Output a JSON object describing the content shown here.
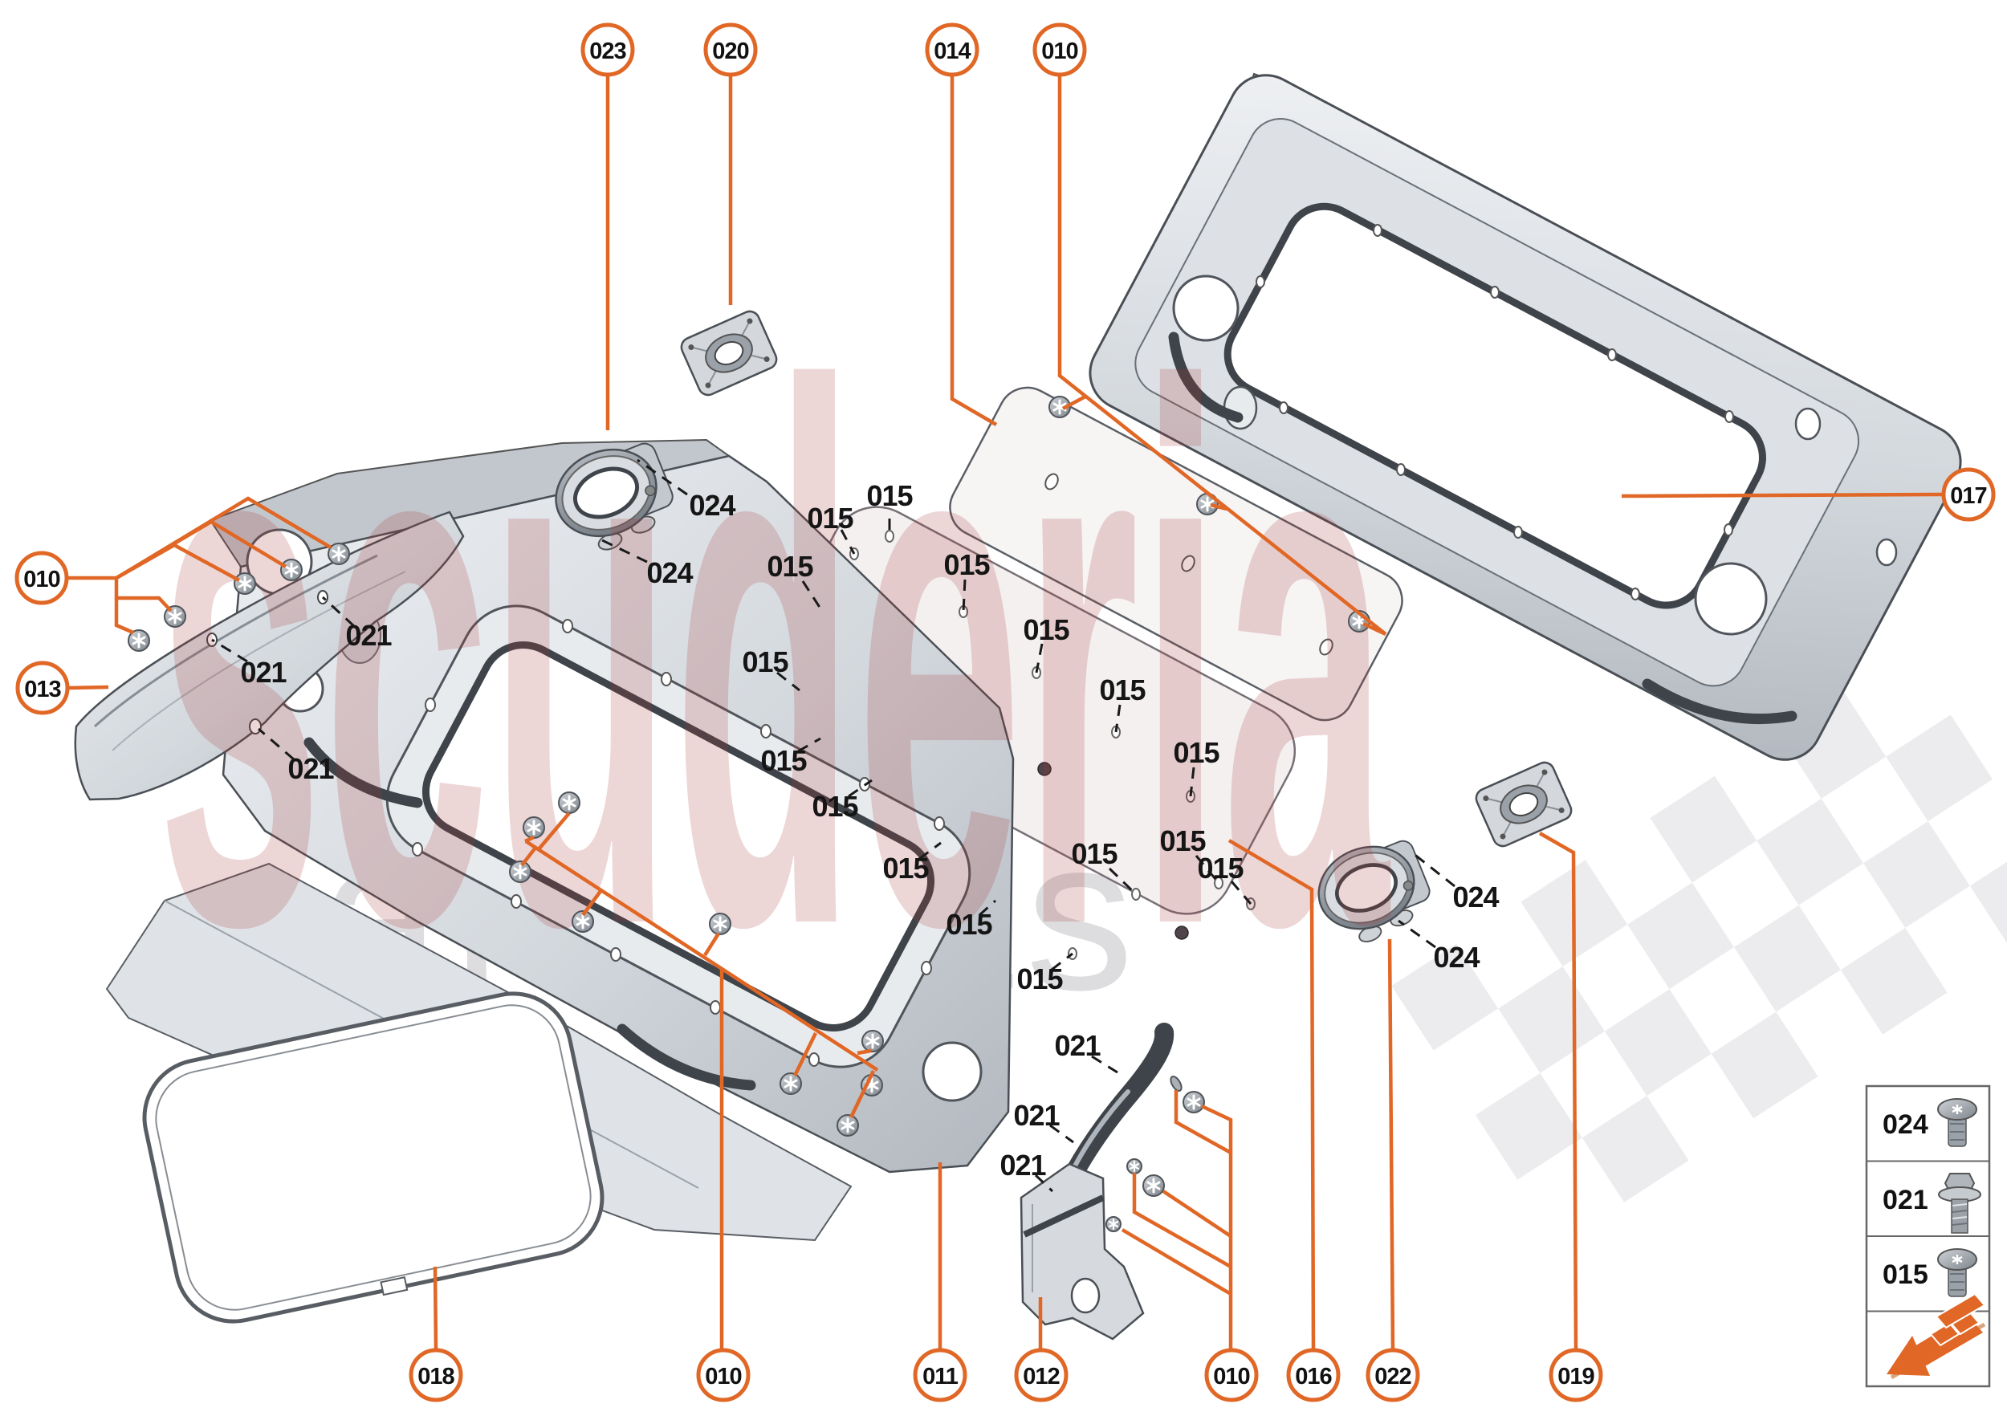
{
  "colors": {
    "accent": "#E06725",
    "label_ink": "#151515",
    "checker": "#ececef",
    "brand_red": "#a83838",
    "tag_gray": "#d8d8da"
  },
  "watermark": {
    "brand": "scuderia",
    "tagline": "car parts"
  },
  "callouts": [
    {
      "label": "023"
    },
    {
      "label": "020"
    },
    {
      "label": "014"
    },
    {
      "label": "010"
    },
    {
      "label": "017"
    },
    {
      "label": "010"
    },
    {
      "label": "013"
    },
    {
      "label": "018"
    },
    {
      "label": "010"
    },
    {
      "label": "011"
    },
    {
      "label": "012"
    },
    {
      "label": "010"
    },
    {
      "label": "016"
    },
    {
      "label": "022"
    },
    {
      "label": "019"
    }
  ],
  "labels015": [
    "015",
    "015",
    "015",
    "015",
    "015",
    "015",
    "015",
    "015",
    "015",
    "015",
    "015",
    "015",
    "015",
    "015",
    "015",
    "015"
  ],
  "labels021": [
    "021",
    "021",
    "021",
    "021",
    "021",
    "021"
  ],
  "labels024": [
    "024",
    "024",
    "024",
    "024"
  ],
  "legend": {
    "rows": [
      "024",
      "021",
      "015"
    ]
  }
}
